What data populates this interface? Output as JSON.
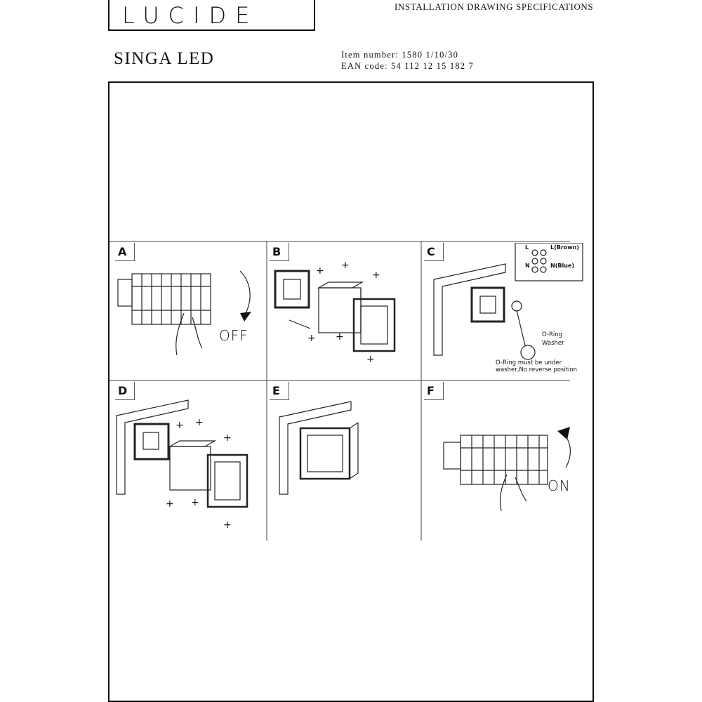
{
  "header": {
    "brand": "LUCIDE",
    "doc_type": "INSTALLATION DRAWING SPECIFICATIONS",
    "product_name": "SINGA LED",
    "item_number": "Item number: 1580 1/10/30",
    "ean_code": "EAN code: 54 112 12 15 182 7"
  },
  "steps": [
    {
      "label": "A",
      "caption": "OFF"
    },
    {
      "label": "B"
    },
    {
      "label": "C",
      "wiring": {
        "l_label": "L",
        "n_label": "N",
        "brown": "L(Brown)",
        "blue": "N(Blue)"
      },
      "oring": "O-Ring",
      "washer": "Washer",
      "note_line1": "O-Ring must be under",
      "note_line2": "washer,No reverse position"
    },
    {
      "label": "D"
    },
    {
      "label": "E"
    },
    {
      "label": "F",
      "caption": "ON"
    }
  ]
}
